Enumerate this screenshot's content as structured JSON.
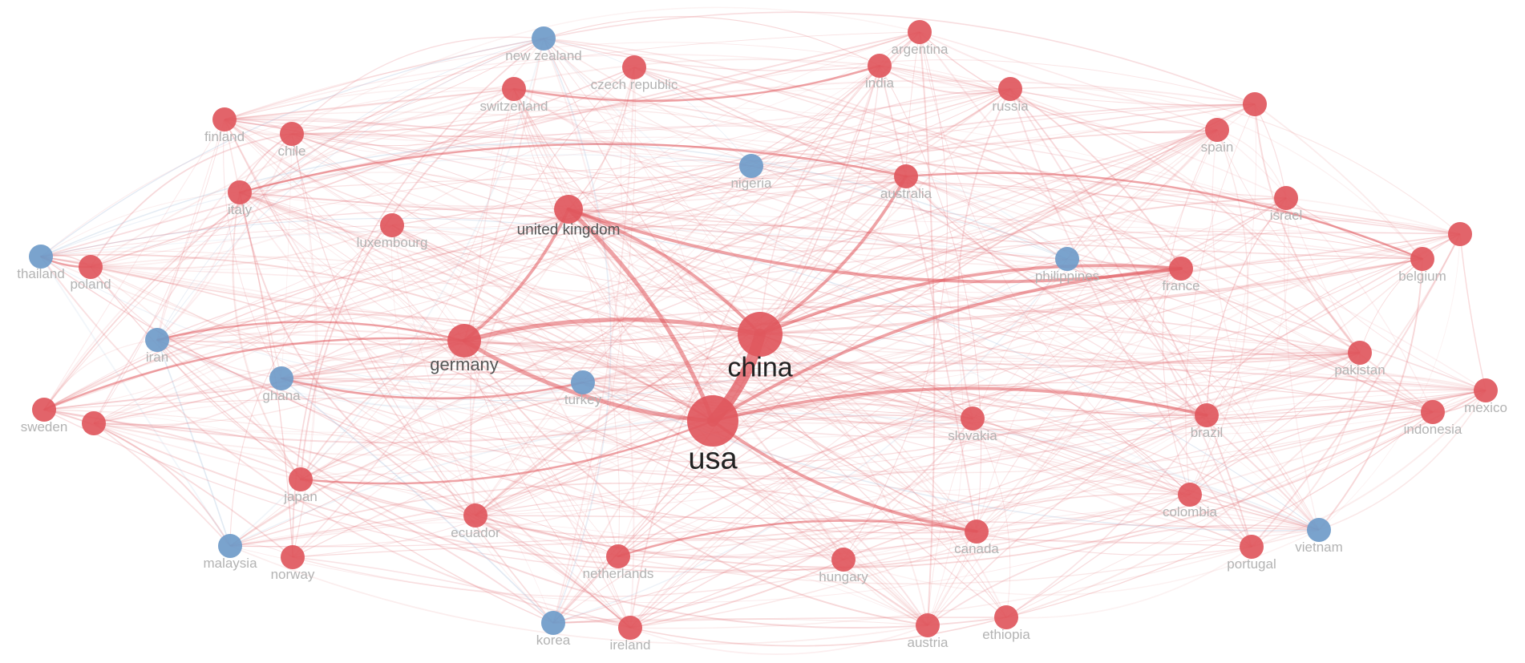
{
  "colors": {
    "red": "#e0575d",
    "blue": "#6f9bc9",
    "edge": "#e57d82",
    "edge_blue": "#9db8d8"
  },
  "nodes": [
    {
      "id": "new_zealand",
      "label": "new zealand",
      "group": "blue",
      "weight": 1
    },
    {
      "id": "argentina",
      "label": "argentina",
      "group": "red",
      "weight": 1
    },
    {
      "id": "czech_republic",
      "label": "czech republic",
      "group": "red",
      "weight": 1
    },
    {
      "id": "india",
      "label": "india",
      "group": "red",
      "weight": 1
    },
    {
      "id": "switzerland",
      "label": "switzerland",
      "group": "red",
      "weight": 1
    },
    {
      "id": "russia",
      "label": "russia",
      "group": "red",
      "weight": 1
    },
    {
      "id": "unlabeled_1",
      "label": "",
      "group": "red",
      "weight": 1
    },
    {
      "id": "finland",
      "label": "finland",
      "group": "red",
      "weight": 1
    },
    {
      "id": "chile",
      "label": "chile",
      "group": "red",
      "weight": 1
    },
    {
      "id": "spain",
      "label": "spain",
      "group": "red",
      "weight": 1
    },
    {
      "id": "nigeria",
      "label": "nigeria",
      "group": "blue",
      "weight": 1
    },
    {
      "id": "australia",
      "label": "australia",
      "group": "red",
      "weight": 1
    },
    {
      "id": "italy",
      "label": "italy",
      "group": "red",
      "weight": 1
    },
    {
      "id": "israel",
      "label": "israel",
      "group": "red",
      "weight": 1
    },
    {
      "id": "united_kingdom",
      "label": "united kingdom",
      "group": "red",
      "weight": 2
    },
    {
      "id": "luxembourg",
      "label": "luxembourg",
      "group": "red",
      "weight": 1
    },
    {
      "id": "unlabeled_2",
      "label": "",
      "group": "red",
      "weight": 1
    },
    {
      "id": "thailand",
      "label": "thailand",
      "group": "blue",
      "weight": 1
    },
    {
      "id": "poland",
      "label": "poland",
      "group": "red",
      "weight": 1
    },
    {
      "id": "philippines",
      "label": "philippines",
      "group": "blue",
      "weight": 1
    },
    {
      "id": "france",
      "label": "france",
      "group": "red",
      "weight": 1
    },
    {
      "id": "belgium",
      "label": "belgium",
      "group": "red",
      "weight": 1
    },
    {
      "id": "iran",
      "label": "iran",
      "group": "blue",
      "weight": 1
    },
    {
      "id": "germany",
      "label": "germany",
      "group": "red",
      "weight": 3
    },
    {
      "id": "china",
      "label": "china",
      "group": "red",
      "weight": 5
    },
    {
      "id": "pakistan",
      "label": "pakistan",
      "group": "red",
      "weight": 1
    },
    {
      "id": "ghana",
      "label": "ghana",
      "group": "blue",
      "weight": 1
    },
    {
      "id": "turkey",
      "label": "turkey",
      "group": "blue",
      "weight": 1
    },
    {
      "id": "sweden",
      "label": "sweden",
      "group": "red",
      "weight": 1
    },
    {
      "id": "unlabeled_3",
      "label": "",
      "group": "red",
      "weight": 1
    },
    {
      "id": "usa",
      "label": "usa",
      "group": "red",
      "weight": 6
    },
    {
      "id": "slovakia",
      "label": "slovakia",
      "group": "red",
      "weight": 1
    },
    {
      "id": "brazil",
      "label": "brazil",
      "group": "red",
      "weight": 1
    },
    {
      "id": "indonesia",
      "label": "indonesia",
      "group": "red",
      "weight": 1
    },
    {
      "id": "mexico",
      "label": "mexico",
      "group": "red",
      "weight": 1
    },
    {
      "id": "japan",
      "label": "japan",
      "group": "red",
      "weight": 1
    },
    {
      "id": "colombia",
      "label": "colombia",
      "group": "red",
      "weight": 1
    },
    {
      "id": "ecuador",
      "label": "ecuador",
      "group": "red",
      "weight": 1
    },
    {
      "id": "vietnam",
      "label": "vietnam",
      "group": "blue",
      "weight": 1
    },
    {
      "id": "canada",
      "label": "canada",
      "group": "red",
      "weight": 1
    },
    {
      "id": "malaysia",
      "label": "malaysia",
      "group": "blue",
      "weight": 1
    },
    {
      "id": "norway",
      "label": "norway",
      "group": "red",
      "weight": 1
    },
    {
      "id": "netherlands",
      "label": "netherlands",
      "group": "red",
      "weight": 1
    },
    {
      "id": "hungary",
      "label": "hungary",
      "group": "red",
      "weight": 1
    },
    {
      "id": "portugal",
      "label": "portugal",
      "group": "red",
      "weight": 1
    },
    {
      "id": "korea",
      "label": "korea",
      "group": "blue",
      "weight": 1
    },
    {
      "id": "ireland",
      "label": "ireland",
      "group": "red",
      "weight": 1
    },
    {
      "id": "austria",
      "label": "austria",
      "group": "red",
      "weight": 1
    },
    {
      "id": "ethiopia",
      "label": "ethiopia",
      "group": "red",
      "weight": 1
    }
  ],
  "strong_edges": [
    {
      "source": "usa",
      "target": "china",
      "strength": 10
    },
    {
      "source": "usa",
      "target": "germany",
      "strength": 3
    },
    {
      "source": "usa",
      "target": "united_kingdom",
      "strength": 3
    },
    {
      "source": "germany",
      "target": "china",
      "strength": 3
    },
    {
      "source": "germany",
      "target": "united_kingdom",
      "strength": 2
    },
    {
      "source": "united_kingdom",
      "target": "china",
      "strength": 2
    },
    {
      "source": "united_kingdom",
      "target": "france",
      "strength": 2
    },
    {
      "source": "usa",
      "target": "brazil",
      "strength": 2
    },
    {
      "source": "usa",
      "target": "canada",
      "strength": 2
    },
    {
      "source": "usa",
      "target": "france",
      "strength": 2
    },
    {
      "source": "china",
      "target": "australia",
      "strength": 2
    },
    {
      "source": "china",
      "target": "france",
      "strength": 2
    },
    {
      "source": "switzerland",
      "target": "india",
      "strength": 1
    },
    {
      "source": "italy",
      "target": "australia",
      "strength": 1
    },
    {
      "source": "japan",
      "target": "usa",
      "strength": 1
    },
    {
      "source": "netherlands",
      "target": "canada",
      "strength": 1
    },
    {
      "source": "germany",
      "target": "sweden",
      "strength": 1
    },
    {
      "source": "australia",
      "target": "belgium",
      "strength": 1
    },
    {
      "source": "thailand",
      "target": "poland",
      "strength": 1
    },
    {
      "source": "iran",
      "target": "germany",
      "strength": 1
    },
    {
      "source": "ghana",
      "target": "turkey",
      "strength": 1
    }
  ]
}
